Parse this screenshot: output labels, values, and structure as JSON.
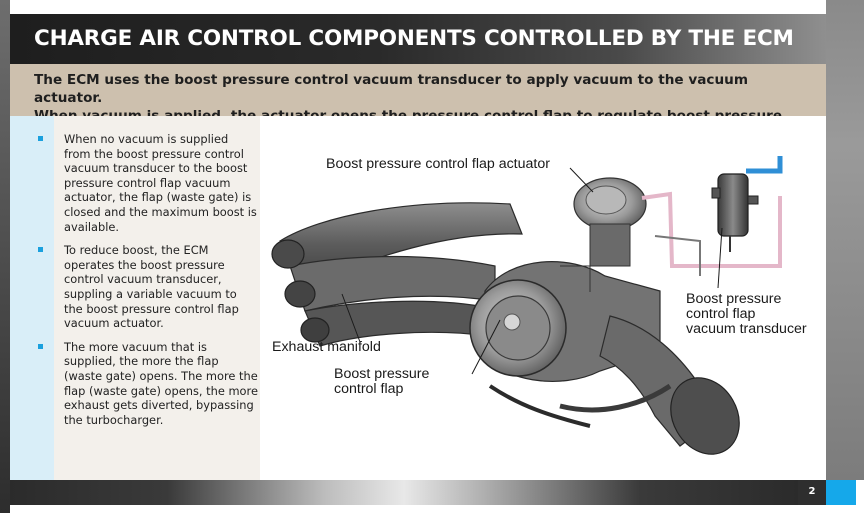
{
  "title": "CHARGE AIR CONTROL COMPONENTS CONTROLLED BY THE ECM",
  "subtitle": {
    "line1": "The ECM uses the boost pressure control vacuum transducer to apply vacuum to the vacuum actuator.",
    "line2": "When vacuum is applied, the actuator opens the pressure control flap to regulate boost pressure."
  },
  "bullets": [
    "When no vacuum is supplied from the boost pressure control vacuum transducer to the boost pressure control flap vacuum actuator, the flap (waste gate) is closed and the maximum boost is available.",
    "To reduce boost, the ECM operates the boost pressure control vacuum transducer, suppling a variable vacuum to the boost pressure control flap vacuum actuator.",
    "The more vacuum that is supplied, the more the flap (waste gate) opens. The more the flap (waste gate) opens, the more exhaust gets diverted, bypassing the turbocharger."
  ],
  "diagram": {
    "labels": {
      "actuator": "Boost pressure control flap actuator",
      "transducer_1": "Boost pressure",
      "transducer_2": "control flap",
      "transducer_3": "vacuum transducer",
      "manifold": "Exhaust manifold",
      "flap_1": "Boost pressure",
      "flap_2": "control flap"
    }
  },
  "page_number": "2",
  "colors": {
    "accent_blue": "#15a8ea",
    "subtitle_band": "#cdc0ae",
    "side_stripe": "#d9eef8",
    "text_panel": "#f3f0eb"
  }
}
